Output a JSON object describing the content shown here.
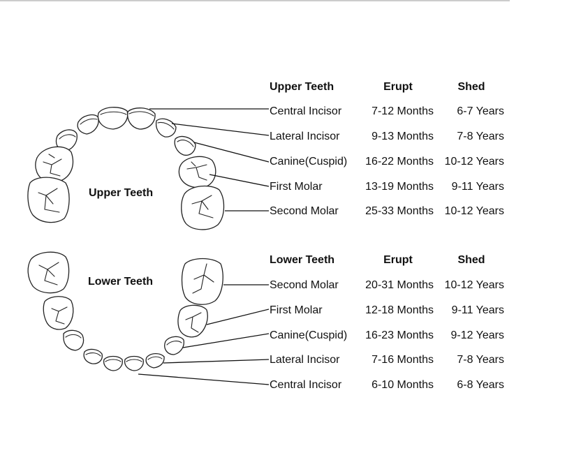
{
  "upper": {
    "arch_label": "Upper Teeth",
    "headers": {
      "name": "Upper Teeth",
      "erupt": "Erupt",
      "shed": "Shed"
    },
    "rows": [
      {
        "name": "Central Incisor",
        "erupt": "7-12 Months",
        "shed": "6-7 Years"
      },
      {
        "name": "Lateral Incisor",
        "erupt": "9-13 Months",
        "shed": "7-8 Years"
      },
      {
        "name": "Canine(Cuspid)",
        "erupt": "16-22 Months",
        "shed": "10-12 Years"
      },
      {
        "name": "First Molar",
        "erupt": "13-19 Months",
        "shed": "9-11 Years"
      },
      {
        "name": "Second Molar",
        "erupt": "25-33 Months",
        "shed": "10-12 Years"
      }
    ]
  },
  "lower": {
    "arch_label": "Lower Teeth",
    "headers": {
      "name": "Lower Teeth",
      "erupt": "Erupt",
      "shed": "Shed"
    },
    "rows": [
      {
        "name": "Second Molar",
        "erupt": "20-31 Months",
        "shed": "10-12 Years"
      },
      {
        "name": "First Molar",
        "erupt": "12-18 Months",
        "shed": "9-11 Years"
      },
      {
        "name": "Canine(Cuspid)",
        "erupt": "16-23 Months",
        "shed": "9-12 Years"
      },
      {
        "name": "Lateral Incisor",
        "erupt": "7-16 Months",
        "shed": "7-8 Years"
      },
      {
        "name": "Central Incisor",
        "erupt": "6-10 Months",
        "shed": "6-8 Years"
      }
    ]
  }
}
